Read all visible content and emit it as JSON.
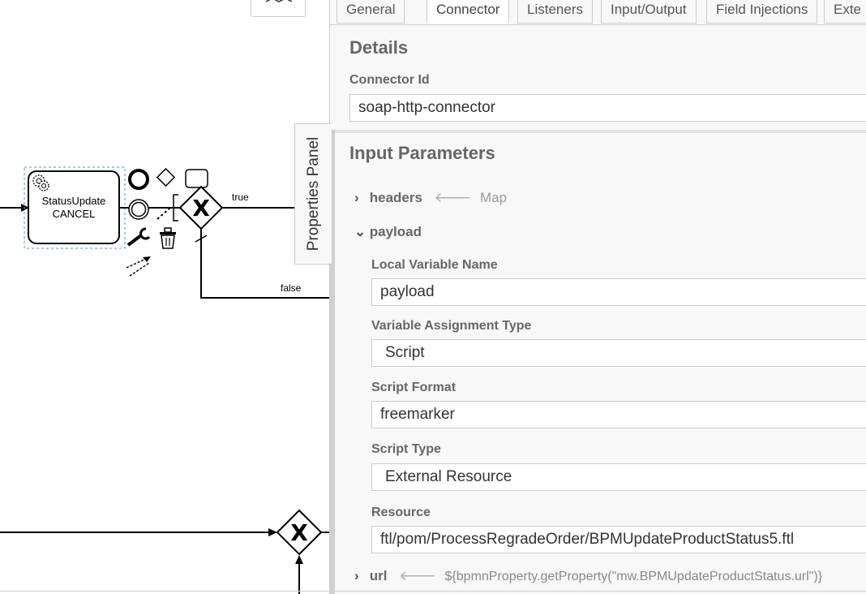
{
  "canvas": {
    "task_label_line1": "StatusUpdate",
    "task_label_line2": "CANCEL",
    "flow_true_label": "true",
    "flow_false_label": "false",
    "gateway_marker": "X"
  },
  "handle": {
    "label": "Properties Panel"
  },
  "panel": {
    "tabs": [
      {
        "label": "General"
      },
      {
        "label": "Connector"
      },
      {
        "label": "Listeners"
      },
      {
        "label": "Input/Output"
      },
      {
        "label": "Field Injections"
      },
      {
        "label": "Exte"
      }
    ],
    "details": {
      "title": "Details",
      "connector_id_label": "Connector Id",
      "connector_id_value": "soap-http-connector"
    },
    "input_parameters": {
      "title": "Input Parameters",
      "headers": {
        "name": "headers",
        "type": "Map"
      },
      "payload": {
        "name": "payload",
        "local_variable_label": "Local Variable Name",
        "local_variable_value": "payload",
        "assignment_type_label": "Variable Assignment Type",
        "assignment_type_value": "Script",
        "script_format_label": "Script Format",
        "script_format_value": "freemarker",
        "script_type_label": "Script Type",
        "script_type_value": "External Resource",
        "resource_label": "Resource",
        "resource_value": "ftl/pom/ProcessRegradeOrder/BPMUpdateProductStatus5.ftl"
      },
      "url": {
        "name": "url",
        "value": "${bpmnProperty.getProperty(\"mw.BPMUpdateProductStatus.url\")}"
      }
    }
  }
}
